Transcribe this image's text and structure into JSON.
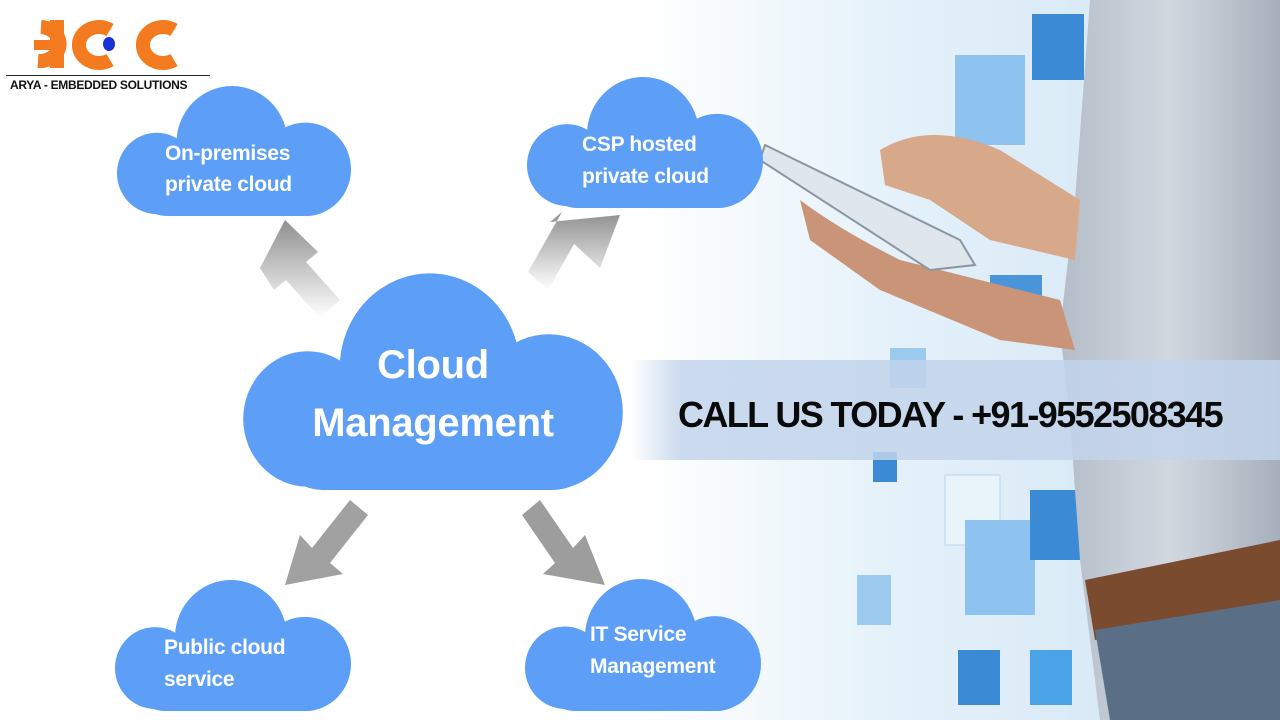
{
  "logo": {
    "mark": "acc",
    "subtitle": "ARYA - EMBEDDED SOLUTIONS",
    "brand_color": "#f47a20",
    "dot_color": "#1a2fd6"
  },
  "center": {
    "line1": "Cloud",
    "line2": "Management"
  },
  "nodes": [
    {
      "line1": "On-premises",
      "line2": "private cloud"
    },
    {
      "line1": "CSP hosted",
      "line2": "private cloud"
    },
    {
      "line1": "Public cloud",
      "line2": "service"
    },
    {
      "line1": "IT Service",
      "line2": "Management"
    }
  ],
  "banner": {
    "text": "CALL US TODAY - +91-9552508345"
  },
  "colors": {
    "cloud": "#5d9ef7",
    "arrow": "#9a9a9a",
    "banner": "#c3d4eb"
  }
}
